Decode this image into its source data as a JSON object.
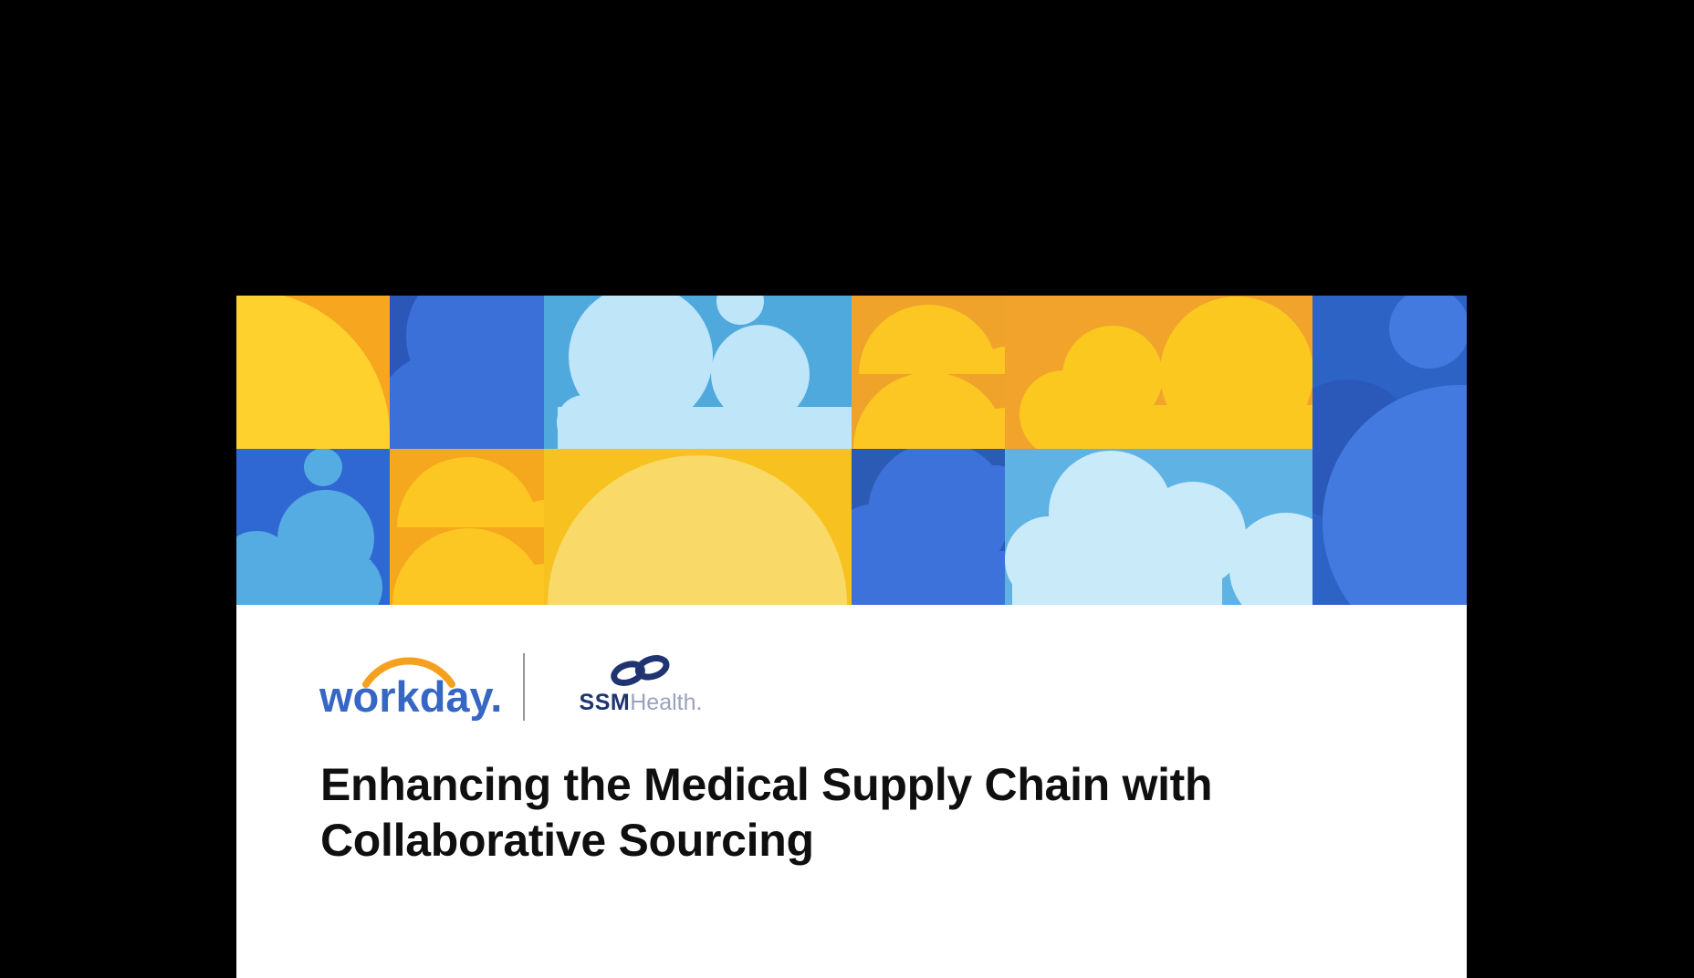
{
  "page": {
    "background_color": "#000000",
    "card_background": "#FFFFFF"
  },
  "logos": {
    "workday": {
      "wordmark": "workday.",
      "text_color": "#3767C4",
      "arc_color": "#F5A01E",
      "icon": "workday-arc-icon"
    },
    "ssm_health": {
      "name_bold": "SSM",
      "name_light": "Health.",
      "navy_color": "#1F3470",
      "light_color": "#9AA3BD",
      "icon": "ssm-infinity-swoosh-icon"
    }
  },
  "title": {
    "line1": "Enhancing the Medical Supply Chain with",
    "line2": "Collaborative Sourcing"
  },
  "banner_palette": {
    "orange": "#F0A32B",
    "orange_alt": "#F6A71F",
    "yellow": "#FCC623",
    "yellow_quarter": "#FFD12D",
    "golden_yellow": "#F7C120",
    "pale_yellow_dome": "#F9D967",
    "yellow_cloud": "#FBC81F",
    "royal_blue": "#2F68D2",
    "dark_blue": "#2B58B8",
    "mid_blue_cloud": "#3B70D8",
    "deep_blue": "#2C5BB5",
    "deep_blue_cloud": "#3D72DB",
    "right_column_blue": "#2E63C6",
    "right_column_circle": "#437ADF",
    "sky_blue": "#4FA9DC",
    "pale_blue_cloud": "#BEE5F8",
    "sky_blue_row2": "#5FB2E4",
    "pale_blue_row2": "#C8EAF9"
  }
}
